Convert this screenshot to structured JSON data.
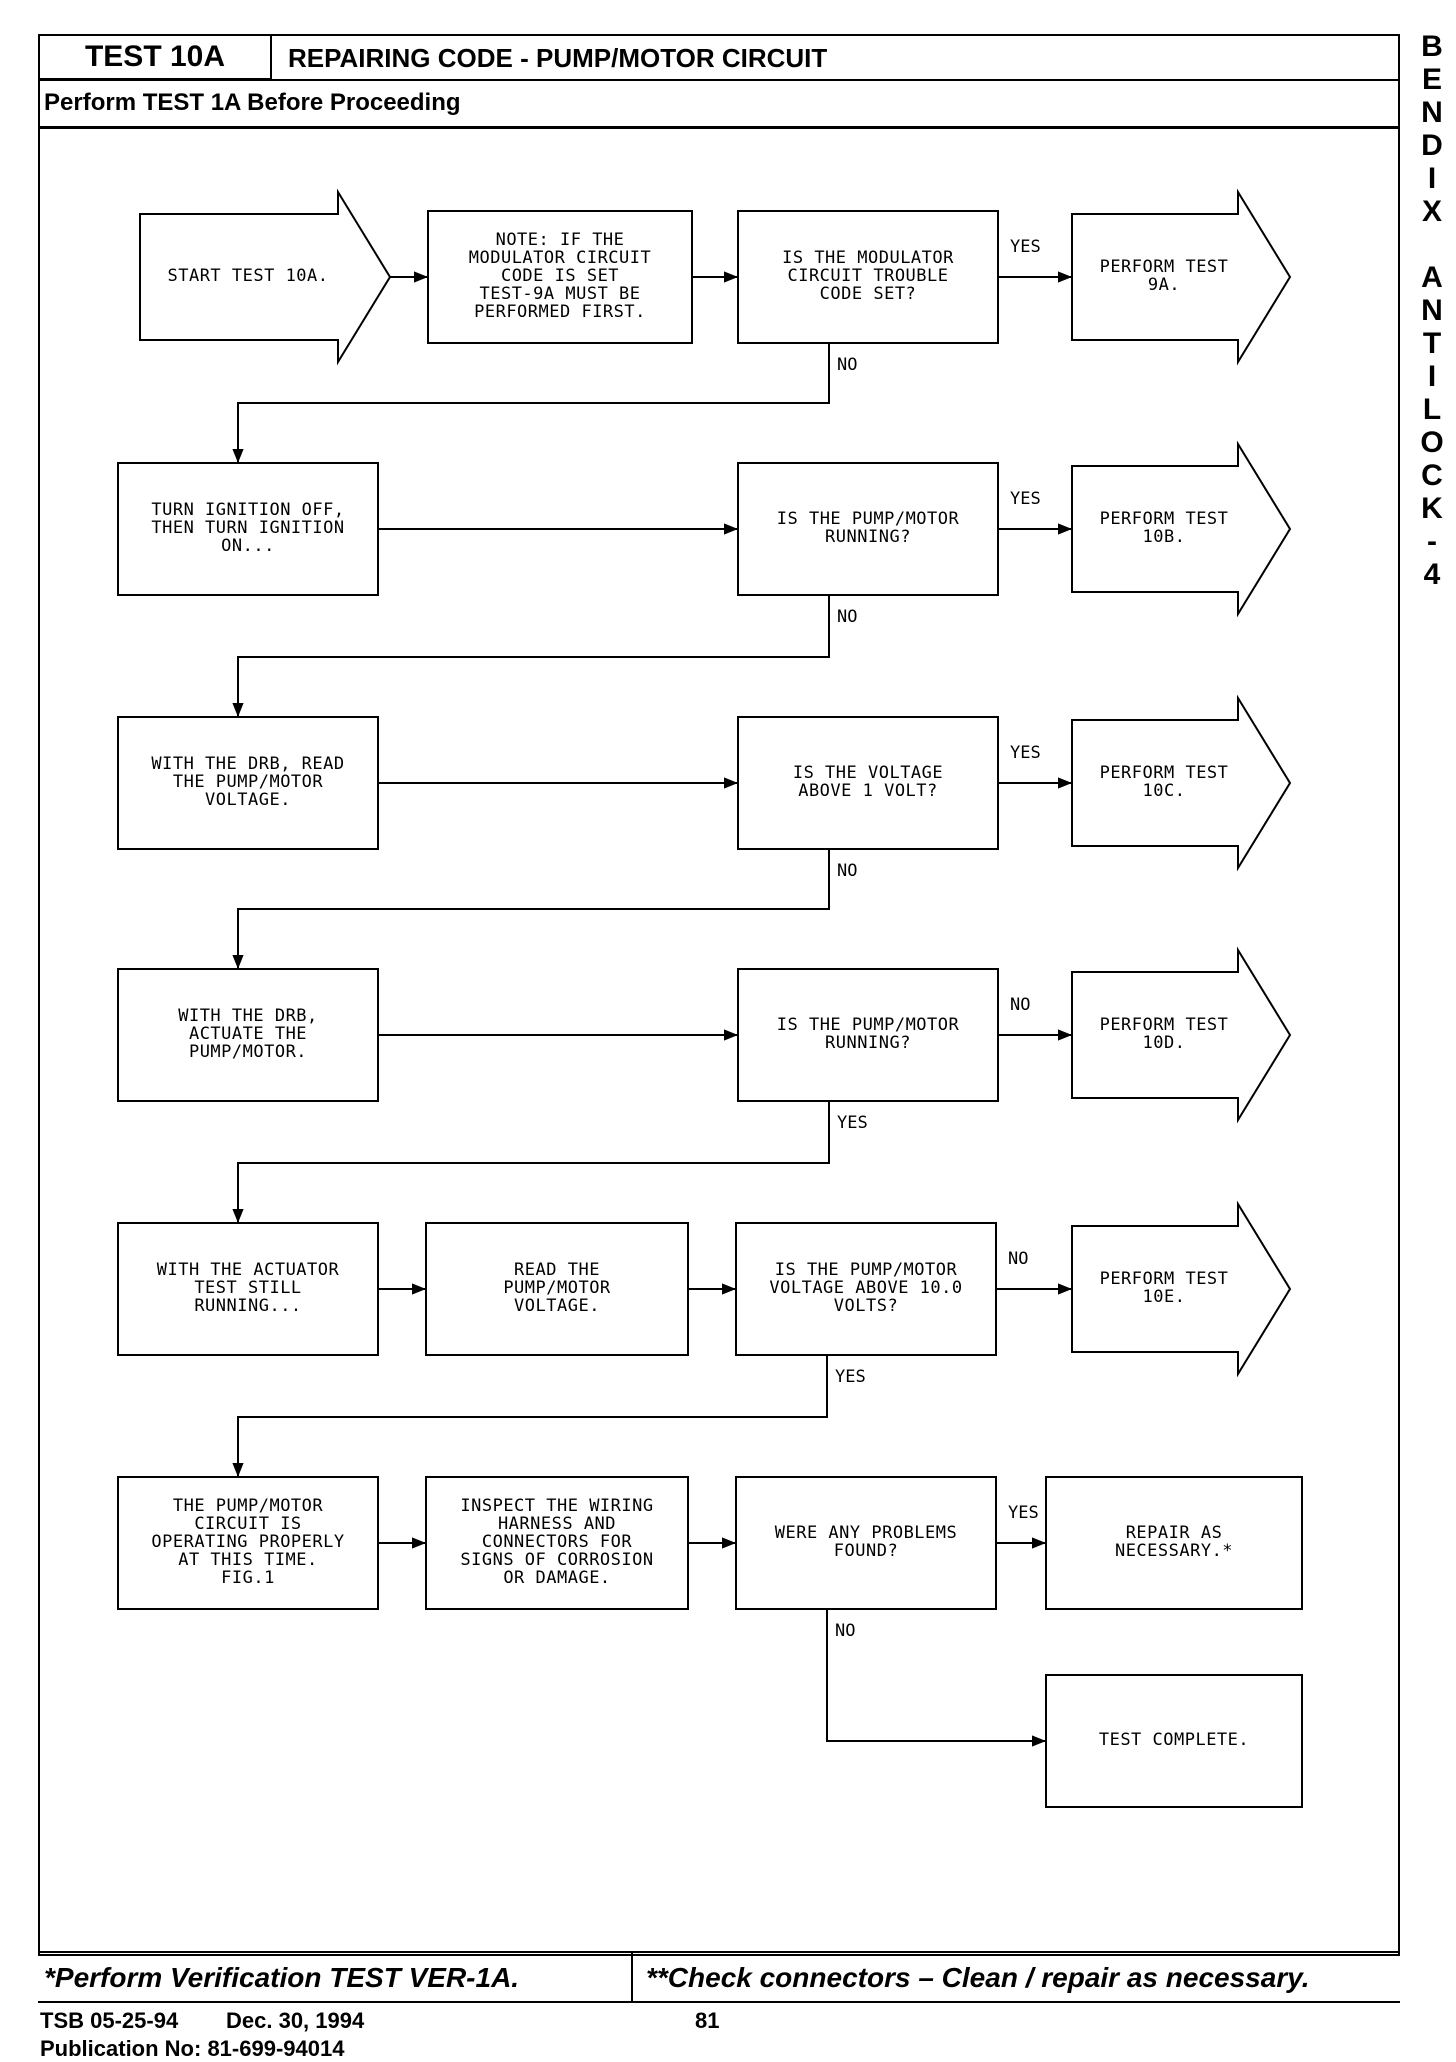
{
  "header": {
    "test_id": "TEST 10A",
    "title": "REPAIRING CODE - PUMP/MOTOR CIRCUIT",
    "subtitle": "Perform TEST 1A Before Proceeding"
  },
  "sidebar_text": [
    "B",
    "E",
    "N",
    "D",
    "I",
    "X",
    "",
    "A",
    "N",
    "T",
    "I",
    "L",
    "O",
    "C",
    "K",
    "-",
    "4"
  ],
  "nodes": [
    {
      "id": "start",
      "shape": "arrow",
      "text": "START TEST 10A."
    },
    {
      "id": "note",
      "shape": "box",
      "text": "NOTE:  IF THE\nMODULATOR CIRCUIT\nCODE IS SET\nTEST-9A MUST BE\nPERFORMED FIRST."
    },
    {
      "id": "q1",
      "shape": "box",
      "text": "IS THE MODULATOR\nCIRCUIT TROUBLE\nCODE SET?"
    },
    {
      "id": "p9a",
      "shape": "arrow",
      "text": "PERFORM TEST\n9A."
    },
    {
      "id": "turn",
      "shape": "box",
      "text": "TURN IGNITION OFF,\nTHEN TURN IGNITION\nON..."
    },
    {
      "id": "q2",
      "shape": "box",
      "text": "IS THE PUMP/MOTOR\nRUNNING?"
    },
    {
      "id": "p10b",
      "shape": "arrow",
      "text": "PERFORM TEST\n10B."
    },
    {
      "id": "read1",
      "shape": "box",
      "text": "WITH THE DRB, READ\nTHE PUMP/MOTOR\nVOLTAGE."
    },
    {
      "id": "q3",
      "shape": "box",
      "text": "IS THE VOLTAGE\nABOVE 1 VOLT?"
    },
    {
      "id": "p10c",
      "shape": "arrow",
      "text": "PERFORM TEST\n10C."
    },
    {
      "id": "act",
      "shape": "box",
      "text": "WITH THE DRB,\nACTUATE THE\nPUMP/MOTOR."
    },
    {
      "id": "q4",
      "shape": "box",
      "text": "IS THE PUMP/MOTOR\nRUNNING?"
    },
    {
      "id": "p10d",
      "shape": "arrow",
      "text": "PERFORM TEST\n10D."
    },
    {
      "id": "still",
      "shape": "box",
      "text": "WITH THE ACTUATOR\nTEST STILL\nRUNNING..."
    },
    {
      "id": "read2",
      "shape": "box",
      "text": "READ THE\nPUMP/MOTOR\nVOLTAGE."
    },
    {
      "id": "q5",
      "shape": "box",
      "text": "IS THE PUMP/MOTOR\nVOLTAGE ABOVE 10.0\nVOLTS?"
    },
    {
      "id": "p10e",
      "shape": "arrow",
      "text": "PERFORM TEST\n10E."
    },
    {
      "id": "ok",
      "shape": "box",
      "text": "THE PUMP/MOTOR\nCIRCUIT IS\nOPERATING PROPERLY\nAT THIS TIME.\nFIG.1"
    },
    {
      "id": "inspect",
      "shape": "box",
      "text": "INSPECT THE WIRING\nHARNESS AND\nCONNECTORS FOR\nSIGNS OF CORROSION\nOR DAMAGE."
    },
    {
      "id": "q6",
      "shape": "box",
      "text": "WERE ANY PROBLEMS\nFOUND?"
    },
    {
      "id": "repair",
      "shape": "box",
      "text": "REPAIR AS\nNECESSARY.*"
    },
    {
      "id": "complete",
      "shape": "box",
      "text": "TEST COMPLETE."
    }
  ],
  "edges": [
    {
      "from": "start",
      "to": "note",
      "label": ""
    },
    {
      "from": "note",
      "to": "q1",
      "label": ""
    },
    {
      "from": "q1",
      "to": "p9a",
      "label": "YES"
    },
    {
      "from": "q1",
      "to": "turn",
      "label": "NO"
    },
    {
      "from": "turn",
      "to": "q2",
      "label": ""
    },
    {
      "from": "q2",
      "to": "p10b",
      "label": "YES"
    },
    {
      "from": "q2",
      "to": "read1",
      "label": "NO"
    },
    {
      "from": "read1",
      "to": "q3",
      "label": ""
    },
    {
      "from": "q3",
      "to": "p10c",
      "label": "YES"
    },
    {
      "from": "q3",
      "to": "act",
      "label": "NO"
    },
    {
      "from": "act",
      "to": "q4",
      "label": ""
    },
    {
      "from": "q4",
      "to": "p10d",
      "label": "NO"
    },
    {
      "from": "q4",
      "to": "still",
      "label": "YES"
    },
    {
      "from": "still",
      "to": "read2",
      "label": ""
    },
    {
      "from": "read2",
      "to": "q5",
      "label": ""
    },
    {
      "from": "q5",
      "to": "p10e",
      "label": "NO"
    },
    {
      "from": "q5",
      "to": "ok",
      "label": "YES"
    },
    {
      "from": "ok",
      "to": "inspect",
      "label": ""
    },
    {
      "from": "inspect",
      "to": "q6",
      "label": ""
    },
    {
      "from": "q6",
      "to": "repair",
      "label": "YES"
    },
    {
      "from": "q6",
      "to": "complete",
      "label": "NO"
    }
  ],
  "footer": {
    "note_left": "*Perform Verification TEST VER-1A.",
    "note_right": "**Check connectors – Clean / repair as necessary."
  },
  "publication": {
    "tsb": "TSB 05-25-94",
    "date": "Dec. 30, 1994",
    "page": "81",
    "publication_no": "Publication No:  81-699-94014"
  }
}
